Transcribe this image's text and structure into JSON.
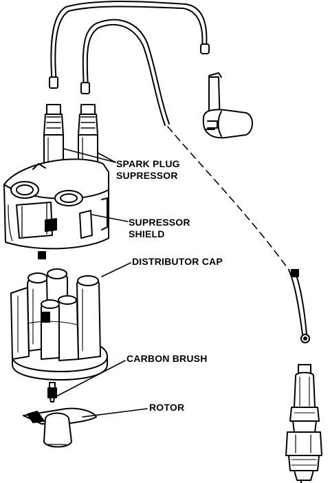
{
  "labels": {
    "spark_plug_supressor": [
      "SPARK PLUG",
      "SUPRESSOR"
    ],
    "supressor_shield": [
      "SUPRESSOR",
      "SHIELD"
    ],
    "distributor_cap": "DISTRIBUTOR CAP",
    "carbon_brush": "CARBON BRUSH",
    "rotor": "ROTOR"
  },
  "colors": {
    "ink": "#000000",
    "paper": "#ffffff"
  }
}
